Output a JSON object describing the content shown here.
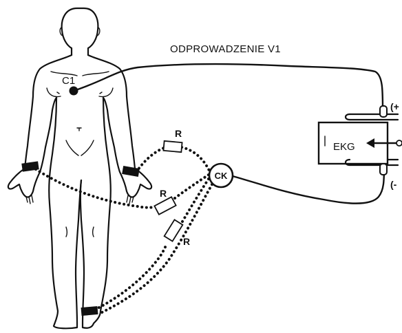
{
  "title": "ODPROWADZENIE V1",
  "electrode_label": "C1",
  "resistor_label": "R",
  "central_terminal_label": "CK",
  "device_label": "EKG",
  "positive_label": "(+",
  "negative_label": "(-",
  "colors": {
    "ink": "#111111",
    "background": "#ffffff"
  }
}
